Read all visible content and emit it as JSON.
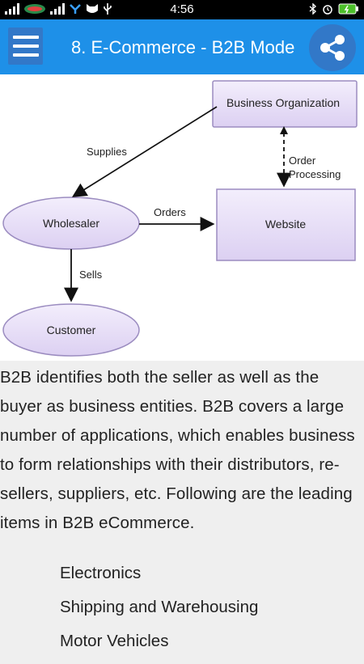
{
  "status_bar": {
    "time": "4:56"
  },
  "app_bar": {
    "title": "8. E-Commerce - B2B Mode"
  },
  "diagram": {
    "business_org": "Business Organization",
    "supplies": "Supplies",
    "order_line1": "Order",
    "order_line2": "Processing",
    "wholesaler": "Wholesaler",
    "orders": "Orders",
    "website": "Website",
    "sells": "Sells",
    "customer": "Customer"
  },
  "content": {
    "paragraph": "B2B identifies both the seller as well as the buyer as business entities. B2B covers a large number of applications, which enables business to form relationships with their distributors, re-sellers, suppliers, etc. Following are the leading items in B2B eCommerce.",
    "items": [
      "Electronics",
      "Shipping and Warehousing",
      "Motor Vehicles"
    ]
  }
}
